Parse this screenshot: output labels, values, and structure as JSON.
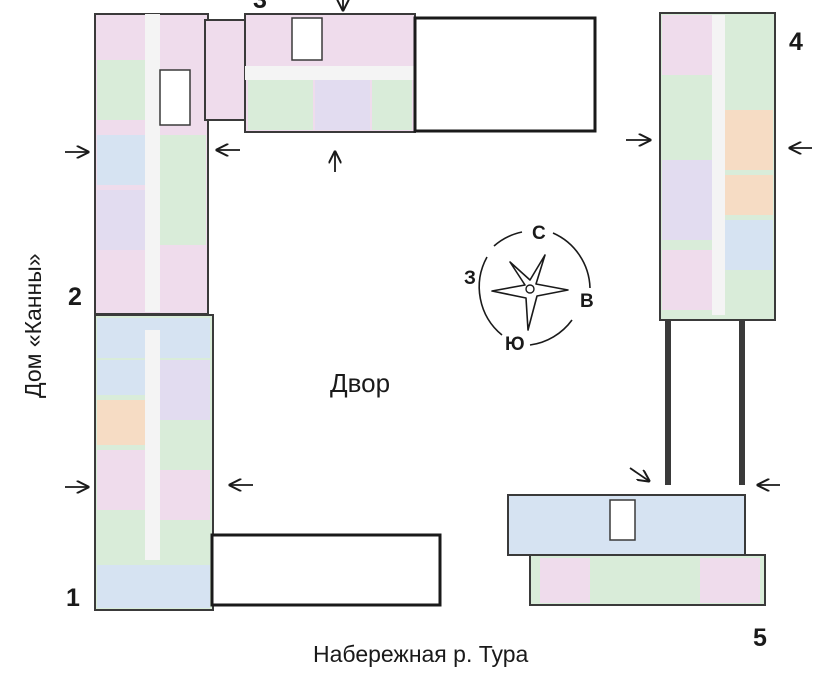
{
  "sections": [
    {
      "id": "1",
      "label": "1"
    },
    {
      "id": "2",
      "label": "2"
    },
    {
      "id": "3",
      "label": "3"
    },
    {
      "id": "4",
      "label": "4"
    },
    {
      "id": "5",
      "label": "5"
    }
  ],
  "courtyard_label": "Двор",
  "street_label": "Набережная р. Тура",
  "neighbor_label": "Дом «Канны»",
  "compass": {
    "north": "С",
    "east": "В",
    "south": "Ю",
    "west": "З"
  },
  "colors": {
    "wall": "#3a3a3a",
    "green": "#d9ecd9",
    "pink": "#efdcec",
    "purple": "#e2dcf0",
    "blue": "#d6e3f2",
    "orange": "#f6dcc4",
    "corridor": "#f4f4f4",
    "outline": "#1a1a1a"
  }
}
